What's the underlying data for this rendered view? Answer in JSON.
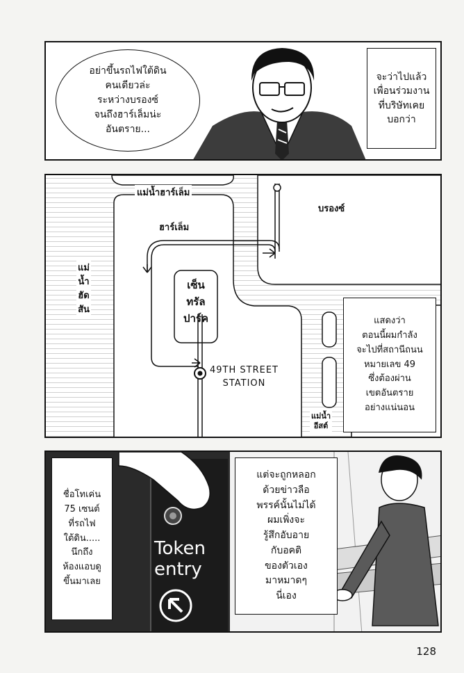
{
  "panel1": {
    "speech_lines": [
      "อย่าขึ้นรถไฟใต้ดิน",
      "คนเดียวล่ะ",
      "ระหว่างบรองซ์",
      "จนถึงฮาร์เล็มน่ะ",
      "อันตราย..."
    ],
    "narration_lines": [
      "จะว่าไปแล้ว",
      "เพื่อนร่วมงาน",
      "ที่บริษัทเคย",
      "บอกว่า"
    ]
  },
  "map": {
    "harlem_river": "แม่น้ำฮาร์เล็ม",
    "bronx": "บรองซ์",
    "harlem": "ฮาร์เล็ม",
    "hudson_river_lines": [
      "แม่",
      "น้ำ",
      "ฮัด",
      "สัน"
    ],
    "central_park_lines": [
      "เซ็น",
      "ทรัล",
      "ปาร์ค"
    ],
    "station_lines": [
      "49TH STREET",
      "STATION"
    ],
    "east_river_lines": [
      "แม่น้ำ",
      "อีสต์"
    ],
    "narration_lines": [
      "แสดงว่า",
      "ตอนนี้ผมกำลัง",
      "จะไปที่สถานีถนน",
      "หมายเลข 49",
      "ซึ่งต้องผ่าน",
      "เขตอันตราย",
      "อย่างแน่นอน"
    ]
  },
  "panel3": {
    "left_narration_lines": [
      "ชื่อโทเค่น",
      "75 เซนต์",
      "ที่รถไฟ",
      "ใต้ดิน.....",
      "นึกถึง",
      "ห้องแอบดู",
      "ขึ้นมาเลย"
    ],
    "token_sign_lines": [
      "Token",
      "entry"
    ],
    "right_narration_lines": [
      "แต่จะถูกหลอก",
      "ด้วยข่าวลือ",
      "พรรค์นั้นไม่ได้",
      "ผมเพิ่งจะ",
      "รู้สึกอับอาย",
      "กับอคติ",
      "ของตัวเอง",
      "มาหมาดๆ",
      "นี่เอง"
    ]
  },
  "page_number": "128"
}
